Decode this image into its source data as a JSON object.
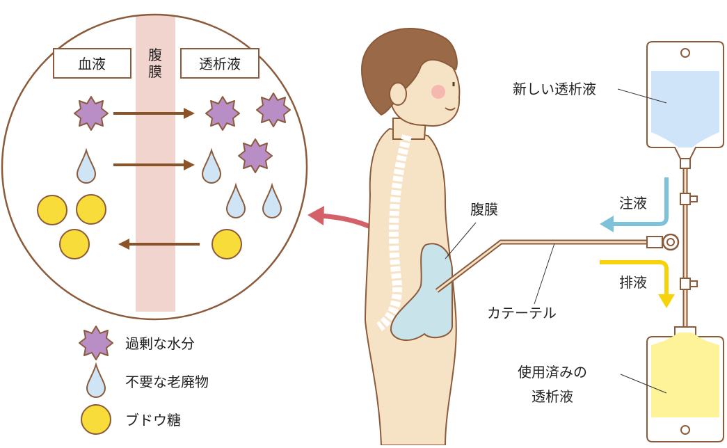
{
  "colors": {
    "outline": "#8a5a3a",
    "membrane": "#f2d4cf",
    "star": "#b98ec6",
    "drop": "#cfe5f5",
    "glucose": "#f7dc3a",
    "arrow_brown": "#8a5328",
    "arrow_red": "#d4606a",
    "arrow_blue": "#7dc2d8",
    "arrow_yellow": "#f5d20a",
    "skin": "#f6e2c4",
    "hair": "#9a6a48",
    "fresh_fluid": "#cfe4f8",
    "used_fluid": "#fff39a",
    "peritoneum": "#c9e3ea"
  },
  "circle": {
    "blood_label": "血液",
    "membrane_label": [
      "腹",
      "膜"
    ],
    "dialysate_label": "透析液"
  },
  "legend": [
    {
      "icon": "star",
      "label": "過剰な水分"
    },
    {
      "icon": "drop",
      "label": "不要な老廃物"
    },
    {
      "icon": "circle",
      "label": "ブドウ糖"
    }
  ],
  "labels": {
    "new_fluid": "新しい透析液",
    "inflow": "注液",
    "outflow": "排液",
    "peritoneum": "腹膜",
    "catheter": "カテーテル",
    "used_fluid_line1": "使用済みの",
    "used_fluid_line2": "透析液"
  }
}
